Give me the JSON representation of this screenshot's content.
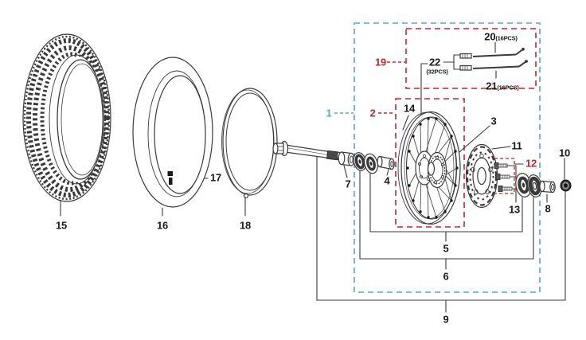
{
  "diagram": {
    "subject": "Front wheel exploded parts diagram",
    "colors": {
      "line": "#3a3a3a",
      "red": "#c5262c",
      "blue": "#53a7d4",
      "background": "#ffffff"
    },
    "labels": {
      "1": "1",
      "2": "2",
      "3": "3",
      "4": "4",
      "5": "5",
      "6": "6",
      "7": "7",
      "8": "8",
      "9": "9",
      "10": "10",
      "11": "11",
      "12": "12",
      "13": "13",
      "14": "14",
      "15": "15",
      "16": "16",
      "17": "17",
      "18": "18",
      "19": "19",
      "20": "20",
      "21": "21",
      "22": "22"
    },
    "quantities": {
      "spoke_20": "(16PCS)",
      "spoke_21": "(16PCS)",
      "nipple_22": "(32PCS)"
    }
  }
}
